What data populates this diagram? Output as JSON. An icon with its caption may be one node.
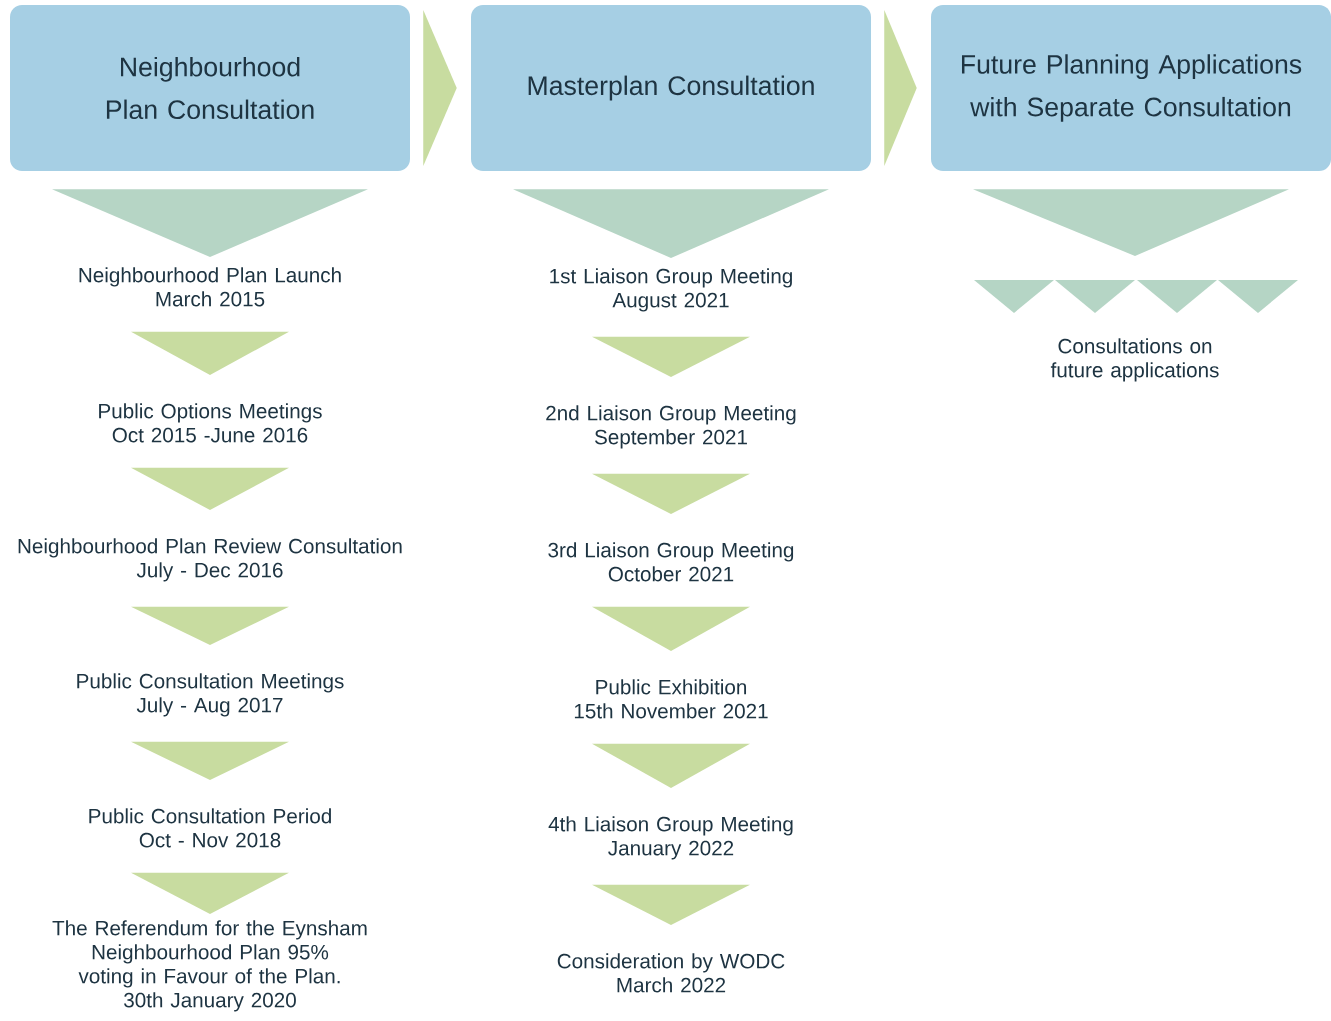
{
  "diagram": {
    "nodes": [
      {
        "text": [
          "Neighbourhood Plan Consultation"
        ]
      },
      {
        "text": [
          "Masterplan Consultation"
        ]
      },
      {
        "text": [
          "Future Planning Applications with Separate Consultation"
        ]
      },
      {
        "text": [
          "Neighbourhood Plan Launch",
          "March 2015"
        ]
      },
      {
        "text": [
          "Public Options Meetings",
          "Oct 2015 -June 2016"
        ]
      },
      {
        "text": [
          "Neighbourhood Plan Review Consultation",
          "July - Dec 2016"
        ]
      },
      {
        "text": [
          "Public Consultation Meetings",
          "July - Aug 2017"
        ]
      },
      {
        "text": [
          "Public Consultation Period",
          "Oct - Nov 2018"
        ]
      },
      {
        "text": [
          "The Referendum for the Eynsham Neighbourhood Plan 95% voting in Favour of the Plan.",
          "30th January 2020"
        ]
      },
      {
        "text": [
          "1st Liaison Group Meeting",
          "August 2021"
        ]
      },
      {
        "text": [
          "2nd Liaison Group Meeting",
          "September 2021"
        ]
      },
      {
        "text": [
          "3rd Liaison Group Meeting",
          "October 2021"
        ]
      },
      {
        "text": [
          "Public Exhibition",
          "15th November 2021"
        ]
      },
      {
        "text": [
          "4th Liaison Group Meeting",
          "January 2022"
        ]
      },
      {
        "text": [
          "Consideration by WODC",
          "March 2022"
        ]
      },
      {
        "text": [
          "Consultations on future applications"
        ]
      }
    ],
    "edges": [
      {
        "from": 0,
        "to": 1,
        "arrow": "to"
      },
      {
        "from": 1,
        "to": 2,
        "arrow": "to"
      },
      {
        "from": 0,
        "to": 3,
        "arrow": "to",
        "color": "#a8d0e4"
      },
      {
        "from": 3,
        "to": 4,
        "arrow": "to"
      },
      {
        "from": 4,
        "to": 5,
        "arrow": "to"
      },
      {
        "from": 5,
        "to": 6,
        "arrow": "to"
      },
      {
        "from": 6,
        "to": 7,
        "arrow": "to"
      },
      {
        "from": 7,
        "to": 8,
        "arrow": "to"
      },
      {
        "from": 1,
        "to": 9,
        "arrow": "to",
        "color": "#a8d0e4"
      },
      {
        "from": 9,
        "to": 10,
        "arrow": "to"
      },
      {
        "from": 10,
        "to": 11,
        "arrow": "to"
      },
      {
        "from": 11,
        "to": 12,
        "arrow": "to"
      },
      {
        "from": 12,
        "to": 13,
        "arrow": "to"
      },
      {
        "from": 13,
        "to": 14,
        "arrow": "to"
      },
      {
        "from": 2,
        "to": 15,
        "arrow": "to",
        "color": "#a8d0e4"
      }
    ]
  }
}
